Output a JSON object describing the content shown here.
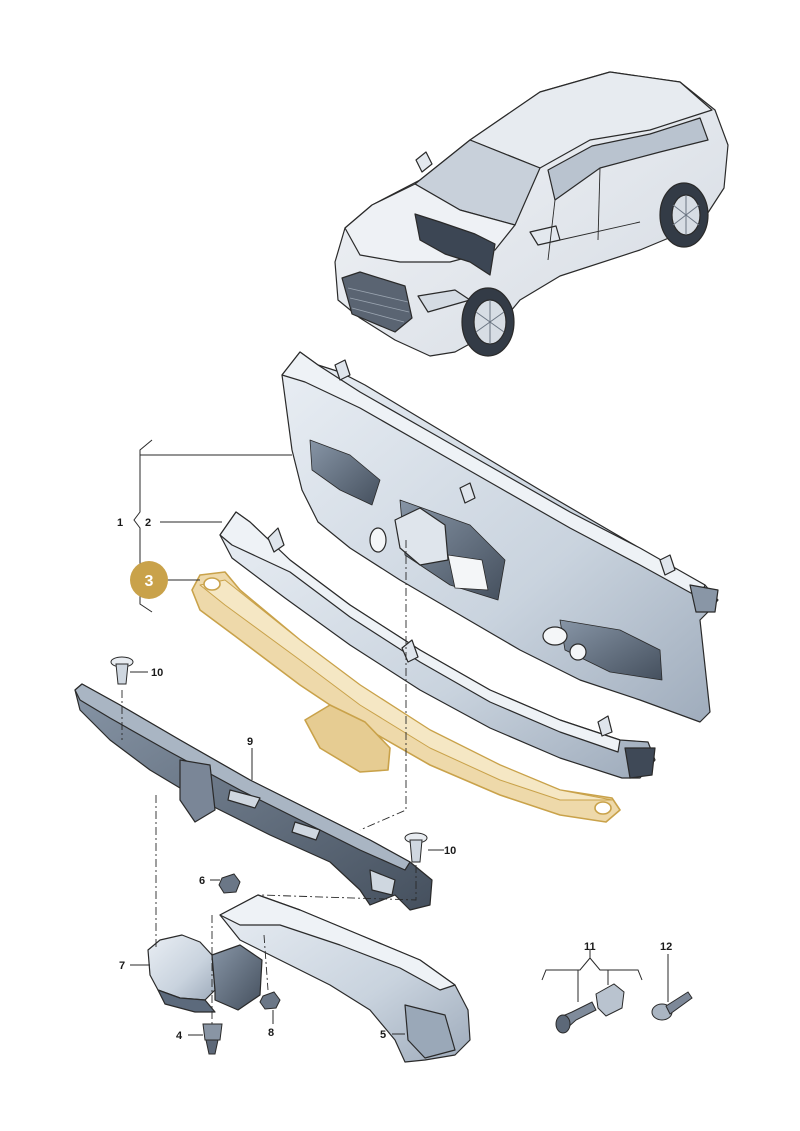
{
  "diagram": {
    "highlighted_part": "3",
    "callouts": {
      "p1": "1",
      "p2": "2",
      "p3": "3",
      "p4": "4",
      "p5": "5",
      "p6": "6",
      "p7": "7",
      "p8": "8",
      "p9": "9",
      "p10a": "10",
      "p10b": "10",
      "p11": "11",
      "p12": "12"
    },
    "colors": {
      "highlight": "#c9a24a",
      "highlight_fill": "#eed9aa",
      "panel_light": "#dfe6ee",
      "panel_dark": "#5c6a7c",
      "line": "#2a2a2a"
    }
  }
}
